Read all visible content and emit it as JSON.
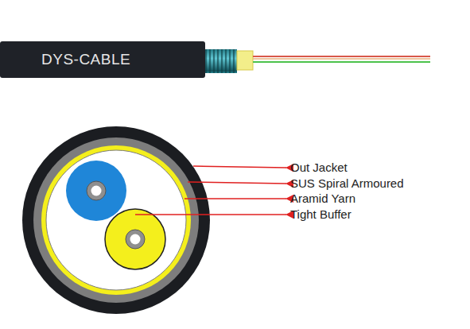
{
  "diagram": {
    "nodes": [
      {
        "text": [
          "DYS-CABLE"
        ]
      }
    ],
    "labels": [
      "Out Jacket",
      "SUS Spiral Armoured",
      "Aramid Yarn",
      "Tight Buffer"
    ]
  }
}
